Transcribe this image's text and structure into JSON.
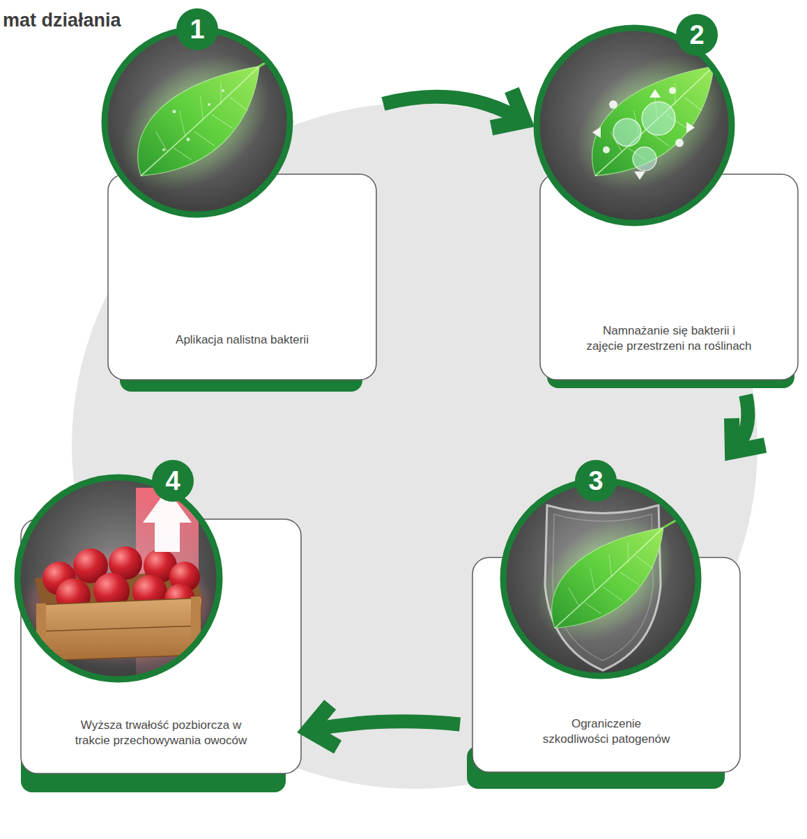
{
  "diagram": {
    "title": "mat działania",
    "nodes": [
      {
        "text": [
          "1",
          "Aplikacja nalistna bakterii"
        ]
      },
      {
        "text": [
          "2",
          "Namnażanie się bakterii i zajęcie przestrzeni na roślinach"
        ]
      },
      {
        "text": [
          "3",
          "Ograniczenie szkodliwości patogenów"
        ]
      },
      {
        "text": [
          "4",
          "Wyższa trwałość pozbiorcza w trakcie przechowywania owoców"
        ]
      }
    ],
    "edges": [
      {
        "from": 0,
        "to": 1,
        "arrow": "to"
      },
      {
        "from": 1,
        "to": 2,
        "arrow": "to"
      },
      {
        "from": 2,
        "to": 3,
        "arrow": "to"
      }
    ]
  }
}
